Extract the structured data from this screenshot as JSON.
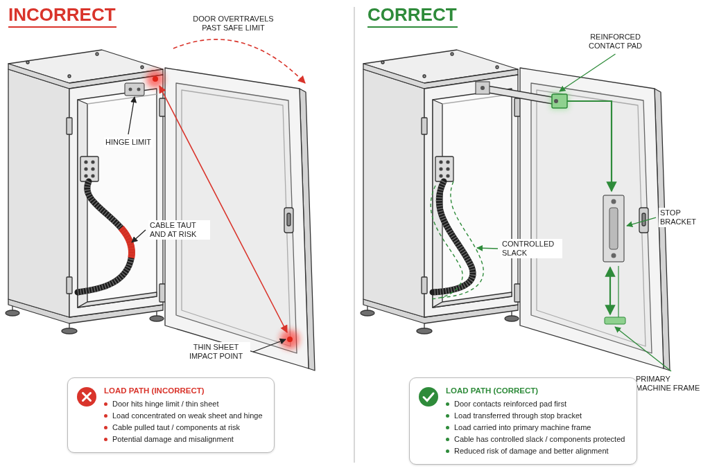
{
  "diagram": {
    "nodes": [
      {
        "text": [
          "LOAD PATH (INCORRECT)",
          "Door hits hinge limit / thin sheet",
          "Load concentrated on weak sheet and hinge",
          "Cable pulled taut / components at risk",
          "Potential damage and misalignment"
        ]
      },
      {
        "text": [
          "LOAD PATH (CORRECT)",
          "Door contacts reinforced pad first",
          "Load transferred through stop bracket",
          "Load carried into primary machine frame",
          "Cable has controlled slack / components protected",
          "Reduced risk of damage and better alignment"
        ]
      }
    ],
    "labels": [
      "INCORRECT",
      "DOOR OVERTRAVELS PAST SAFE LIMIT",
      "HINGE LIMIT",
      "CABLE TAUT AND AT RISK",
      "THIN SHEET IMPACT POINT",
      "CORRECT",
      "REINFORCED CONTACT PAD",
      "CONTROLLED SLACK",
      "STOP BRACKET",
      "PRIMARY MACHINE FRAME"
    ]
  }
}
